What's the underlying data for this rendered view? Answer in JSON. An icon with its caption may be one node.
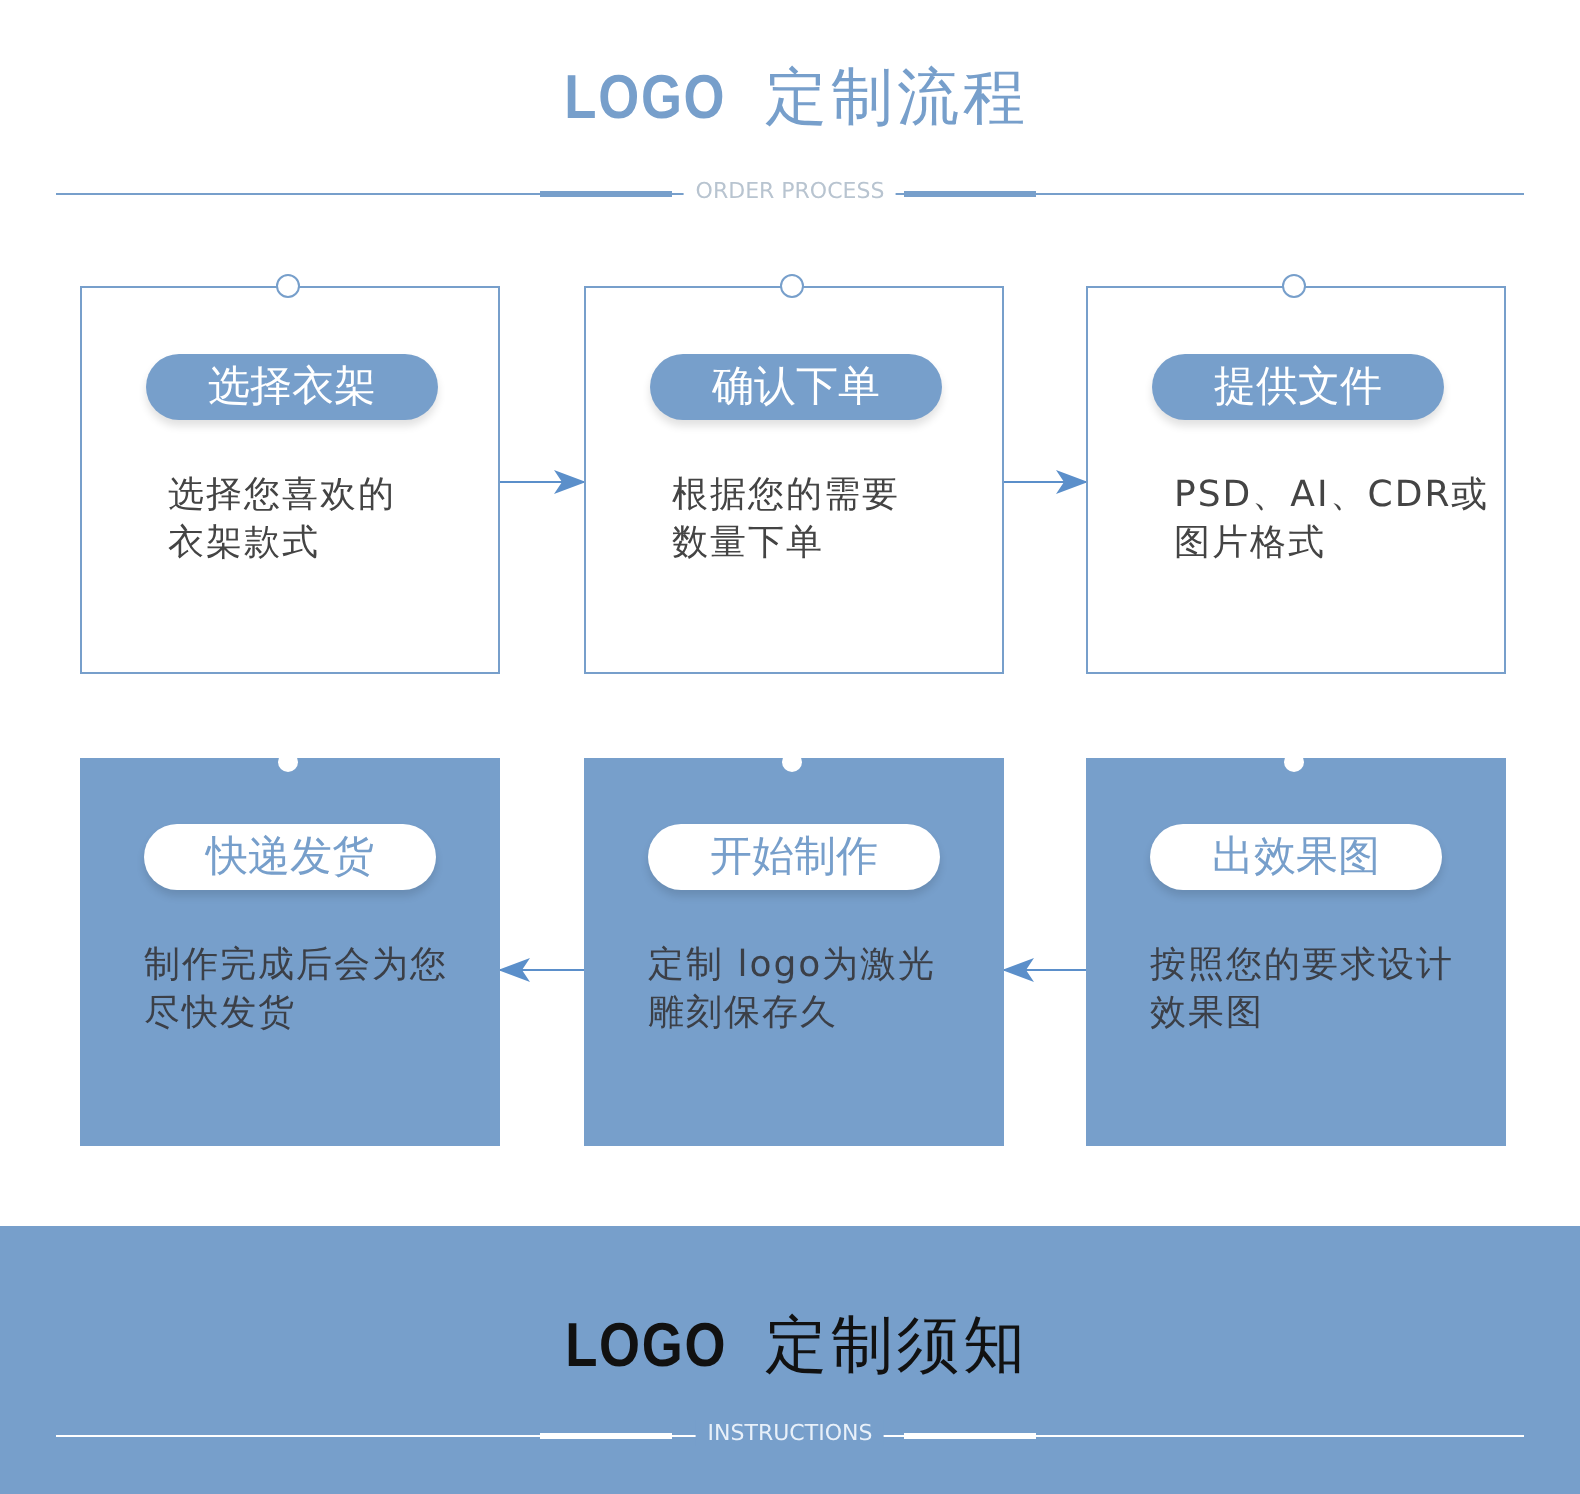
{
  "diagram": {
    "title": "**LOGO** 定制流程",
    "nodes": [
      {
        "text": [
          "选择衣架",
          "选择您喜欢的衣架款式"
        ]
      },
      {
        "text": [
          "确认下单",
          "根据您的需要数量下单"
        ]
      },
      {
        "text": [
          "提供文件",
          "PSD、AI、CDR或图片格式"
        ]
      },
      {
        "text": [
          "快递发货",
          "制作完成后会为您尽快发货"
        ]
      },
      {
        "text": [
          "开始制作",
          "定制 logo为激光雕刻保存久"
        ]
      },
      {
        "text": [
          "出效果图",
          "按照您的要求设计效果图"
        ]
      }
    ],
    "edges": [
      {
        "from": 0,
        "to": 1,
        "arrow": "to"
      },
      {
        "from": 1,
        "to": 2,
        "arrow": "to"
      },
      {
        "from": 5,
        "to": 4,
        "arrow": "to"
      },
      {
        "from": 4,
        "to": 3,
        "arrow": "to"
      }
    ],
    "labels": [
      "ORDER PROCESS",
      "**LOGO** 定制须知",
      "INSTRUCTIONS"
    ]
  }
}
